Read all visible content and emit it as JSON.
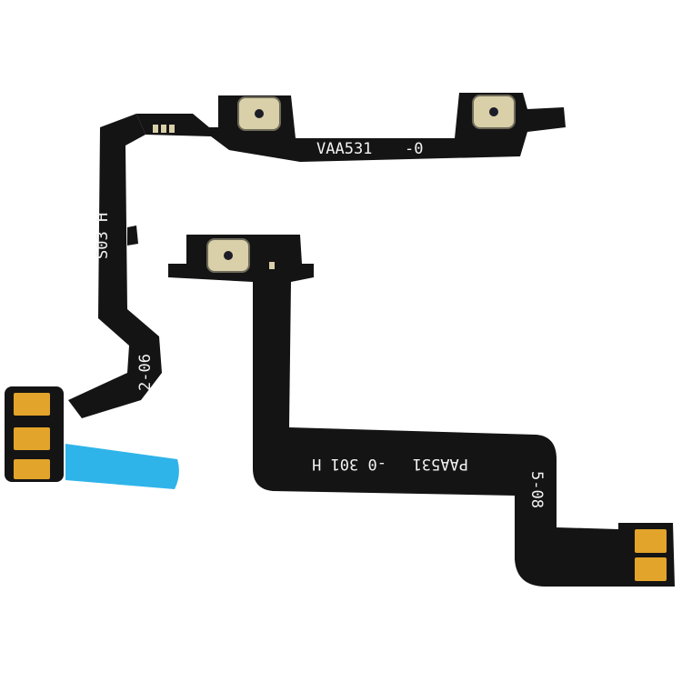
{
  "image": {
    "description": "Product photo of two black flex ribbon cables (power and volume button flex) on a white background",
    "background": "#ffffff"
  },
  "colors": {
    "flex": "#141414",
    "contact_gold": "#e2a42a",
    "button_metal": "#d9cfa8",
    "adhesive_blue": "#2fb4ea"
  },
  "volume_flex": {
    "part_label": "VAA531",
    "revision_label": "-0",
    "side_code_1": "S03 H",
    "side_code_2": "2-06",
    "buttons": 2
  },
  "power_flex": {
    "part_label": "PAA531",
    "revision_label": "-0 301 H",
    "side_code": "5-08",
    "buttons": 1
  }
}
